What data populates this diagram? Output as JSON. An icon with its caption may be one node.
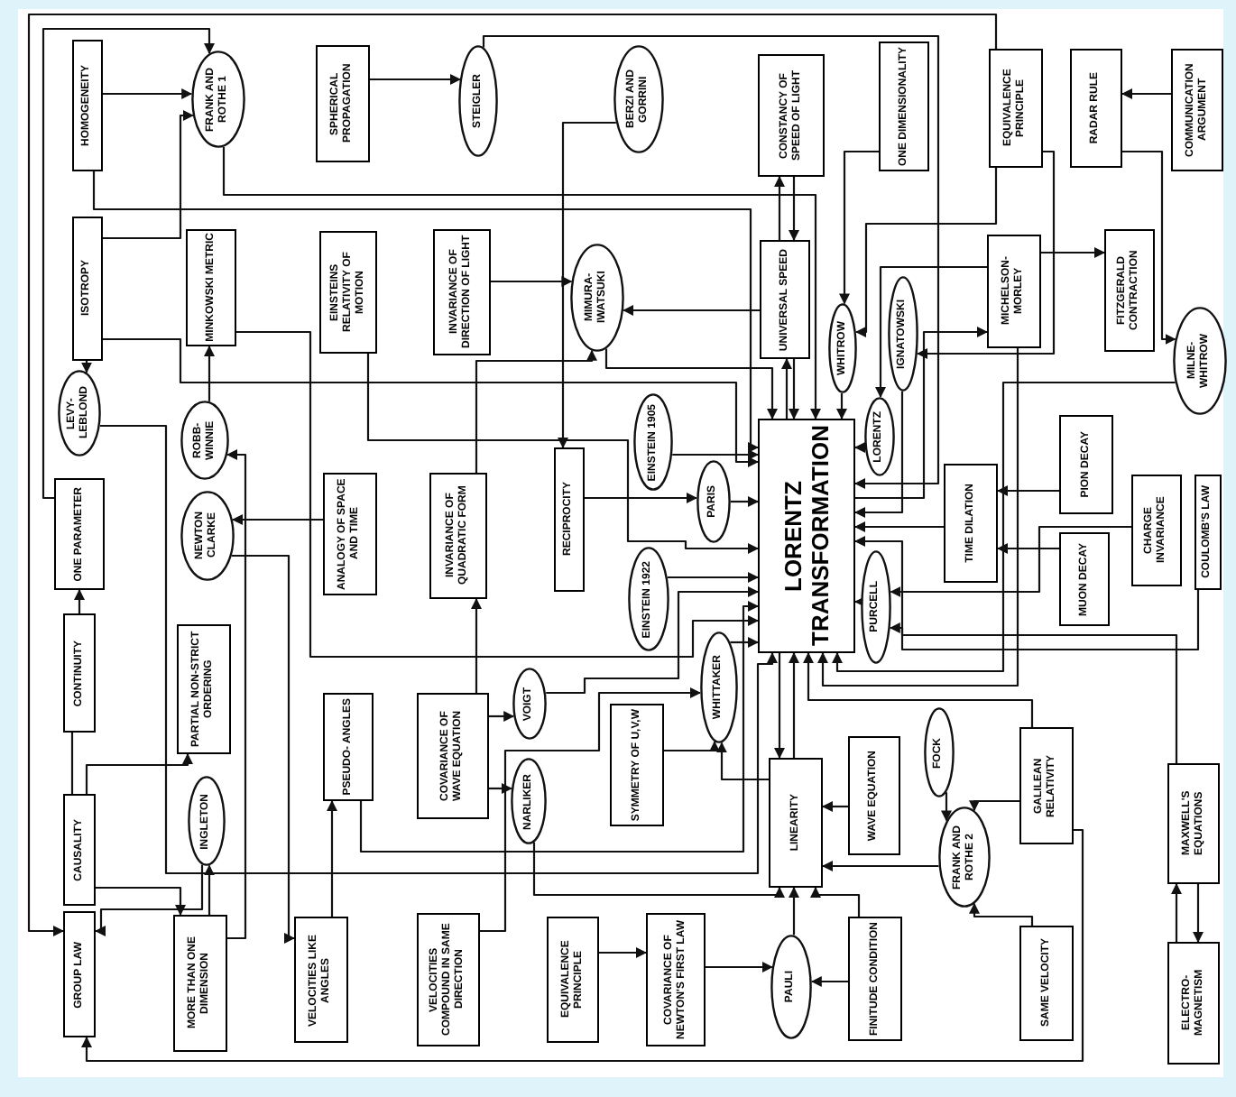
{
  "diagram": {
    "nodes": [
      {
        "text": [
          "HOMOGENEITY"
        ]
      },
      {
        "text": [
          "FRANK AND ROTHE 1"
        ]
      },
      {
        "text": [
          "SPHERICAL PROPAGATION"
        ]
      },
      {
        "text": [
          "STEIGLER"
        ]
      },
      {
        "text": [
          "BERZI AND GORRINI"
        ]
      },
      {
        "text": [
          "CONSTANCY OF SPEED OF LIGHT"
        ]
      },
      {
        "text": [
          "ONE DIMENSIONALITY"
        ]
      },
      {
        "text": [
          "EQUIVALENCE PRINCIPLE"
        ]
      },
      {
        "text": [
          "RADAR RULE"
        ]
      },
      {
        "text": [
          "COMMUNICATION ARGUMENT"
        ]
      },
      {
        "text": [
          "ISOTROPY"
        ]
      },
      {
        "text": [
          "MINKOWSKI METRIC"
        ]
      },
      {
        "text": [
          "EINSTEINS RELATIVITY OF MOTION"
        ]
      },
      {
        "text": [
          "INVARIANCE OF DIRECTION OF LIGHT"
        ]
      },
      {
        "text": [
          "MIMURA- IWATSUKI"
        ]
      },
      {
        "text": [
          "UNIVERSAL SPEED"
        ]
      },
      {
        "text": [
          "WHITROW"
        ]
      },
      {
        "text": [
          "IGNATOWSKI"
        ]
      },
      {
        "text": [
          "MICHELSON- MORLEY"
        ]
      },
      {
        "text": [
          "FITZGERALD CONTRACTION"
        ]
      },
      {
        "text": [
          "LEVY- LEBLOND"
        ]
      },
      {
        "text": [
          "ROBB- WINNIE"
        ]
      },
      {
        "text": [
          "LORENTZ"
        ]
      },
      {
        "text": [
          "MILNE- WHITROW"
        ]
      },
      {
        "text": [
          "ONE PARAMETER"
        ]
      },
      {
        "text": [
          "NEWTON CLARKE"
        ]
      },
      {
        "text": [
          "ANALOGY OF SPACE AND TIME"
        ]
      },
      {
        "text": [
          "INVARIANCE OF QUADRATIC FORM"
        ]
      },
      {
        "text": [
          "RECIPROCITY"
        ]
      },
      {
        "text": [
          "EINSTEIN 1905"
        ]
      },
      {
        "text": [
          "PARIS"
        ]
      },
      {
        "text": [
          "LORENTZ TRANSFORMATION"
        ]
      },
      {
        "text": [
          "PION DECAY"
        ]
      },
      {
        "text": [
          "TIME DILATION"
        ]
      },
      {
        "text": [
          "CHARGE INVARIANCE"
        ]
      },
      {
        "text": [
          "MUON DECAY"
        ]
      },
      {
        "text": [
          "COULOMB'S LAW"
        ]
      },
      {
        "text": [
          "PURCELL"
        ]
      },
      {
        "text": [
          "CONTINUITY"
        ]
      },
      {
        "text": [
          "PARTIAL NON-STRICT ORDERING"
        ]
      },
      {
        "text": [
          "PSEUDO- ANGLES"
        ]
      },
      {
        "text": [
          "COVARIANCE OF WAVE EQUATION"
        ]
      },
      {
        "text": [
          "VOIGT"
        ]
      },
      {
        "text": [
          "EINSTEIN 1922"
        ]
      },
      {
        "text": [
          "WHITTAKER"
        ]
      },
      {
        "text": [
          "CAUSALITY"
        ]
      },
      {
        "text": [
          "INGLETON"
        ]
      },
      {
        "text": [
          "NARLIKER"
        ]
      },
      {
        "text": [
          "SYMMETRY OF U,V,W"
        ]
      },
      {
        "text": [
          "LINEARITY"
        ]
      },
      {
        "text": [
          "WAVE EQUATION"
        ]
      },
      {
        "text": [
          "FOCK"
        ]
      },
      {
        "text": [
          "GALILEAN RELATIVITY"
        ]
      },
      {
        "text": [
          "MAXWELL'S EQUATIONS"
        ]
      },
      {
        "text": [
          "GROUP LAW"
        ]
      },
      {
        "text": [
          "MORE THAN ONE DIMENSION"
        ]
      },
      {
        "text": [
          "VELOCITIES LIKE ANGLES"
        ]
      },
      {
        "text": [
          "VELOCITIES COMPOUND IN SAME DIRECTION"
        ]
      },
      {
        "text": [
          "EQUIVALENCE PRINCIPLE"
        ]
      },
      {
        "text": [
          "COVARIANCE OF NEWTON'S FIRST LAW"
        ]
      },
      {
        "text": [
          "PAULI"
        ]
      },
      {
        "text": [
          "FINITUDE CONDITION"
        ]
      },
      {
        "text": [
          "FRANK AND ROTHE 2"
        ]
      },
      {
        "text": [
          "SAME VELOCITY"
        ]
      },
      {
        "text": [
          "ELECTRO- MAGNETISM"
        ]
      }
    ],
    "edges": [
      {
        "from": 0,
        "to": 1,
        "arrow": "to"
      },
      {
        "from": 0,
        "to": 31,
        "arrow": "to"
      },
      {
        "from": 10,
        "to": 1,
        "arrow": "to"
      },
      {
        "from": 10,
        "to": 31,
        "arrow": "to"
      },
      {
        "from": 1,
        "to": 31,
        "arrow": "to"
      },
      {
        "from": 2,
        "to": 3,
        "arrow": "to"
      },
      {
        "from": 3,
        "to": 31,
        "arrow": "to"
      },
      {
        "from": 4,
        "to": 28,
        "arrow": "to"
      },
      {
        "from": 5,
        "to": 15,
        "arrow": "to"
      },
      {
        "from": 15,
        "to": 5,
        "arrow": "to"
      },
      {
        "from": 6,
        "to": 16,
        "arrow": "to"
      },
      {
        "from": 7,
        "to": 16,
        "arrow": "to"
      },
      {
        "from": 7,
        "to": 17,
        "arrow": "to"
      },
      {
        "from": 9,
        "to": 8,
        "arrow": "to"
      },
      {
        "from": 8,
        "to": 23,
        "arrow": "to"
      },
      {
        "from": 23,
        "to": 31,
        "arrow": "to"
      },
      {
        "from": 18,
        "to": 19,
        "arrow": "to"
      },
      {
        "from": 18,
        "to": 22,
        "arrow": "to"
      },
      {
        "from": 31,
        "to": 18,
        "arrow": "to"
      },
      {
        "from": 18,
        "to": 31,
        "arrow": "to"
      },
      {
        "from": 22,
        "to": 31,
        "arrow": "to"
      },
      {
        "from": 16,
        "to": 31,
        "arrow": "to"
      },
      {
        "from": 17,
        "to": 31,
        "arrow": "to"
      },
      {
        "from": 15,
        "to": 14,
        "arrow": "to"
      },
      {
        "from": 13,
        "to": 14,
        "arrow": "to"
      },
      {
        "from": 14,
        "to": 31,
        "arrow": "to"
      },
      {
        "from": 15,
        "to": 31,
        "arrow": "to"
      },
      {
        "from": 31,
        "to": 15,
        "arrow": "to"
      },
      {
        "from": 11,
        "to": 31,
        "arrow": "to"
      },
      {
        "from": 12,
        "to": 31,
        "arrow": "to"
      },
      {
        "from": 20,
        "to": 31,
        "arrow": "to"
      },
      {
        "from": 21,
        "to": 11,
        "arrow": "to"
      },
      {
        "from": 55,
        "to": 21,
        "arrow": "to"
      },
      {
        "from": 24,
        "to": 1,
        "arrow": "to"
      },
      {
        "from": 26,
        "to": 25,
        "arrow": "to"
      },
      {
        "from": 25,
        "to": 56,
        "arrow": "to"
      },
      {
        "from": 45,
        "to": 38,
        "arrow": "none"
      },
      {
        "from": 38,
        "to": 24,
        "arrow": "to"
      },
      {
        "from": 45,
        "to": 39,
        "arrow": "to"
      },
      {
        "from": 45,
        "to": 55,
        "arrow": "to"
      },
      {
        "from": 46,
        "to": 54,
        "arrow": "to"
      },
      {
        "from": 55,
        "to": 46,
        "arrow": "to"
      },
      {
        "from": 56,
        "to": 40,
        "arrow": "to"
      },
      {
        "from": 40,
        "to": 31,
        "arrow": "to"
      },
      {
        "from": 41,
        "to": 27,
        "arrow": "to"
      },
      {
        "from": 41,
        "to": 42,
        "arrow": "to"
      },
      {
        "from": 41,
        "to": 47,
        "arrow": "to"
      },
      {
        "from": 27,
        "to": 14,
        "arrow": "to"
      },
      {
        "from": 47,
        "to": 49,
        "arrow": "to"
      },
      {
        "from": 48,
        "to": 44,
        "arrow": "to"
      },
      {
        "from": 57,
        "to": 44,
        "arrow": "to"
      },
      {
        "from": 58,
        "to": 59,
        "arrow": "to"
      },
      {
        "from": 59,
        "to": 60,
        "arrow": "to"
      },
      {
        "from": 60,
        "to": 49,
        "arrow": "to"
      },
      {
        "from": 61,
        "to": 49,
        "arrow": "to"
      },
      {
        "from": 61,
        "to": 60,
        "arrow": "to"
      },
      {
        "from": 62,
        "to": 49,
        "arrow": "to"
      },
      {
        "from": 51,
        "to": 62,
        "arrow": "to"
      },
      {
        "from": 52,
        "to": 62,
        "arrow": "to"
      },
      {
        "from": 63,
        "to": 62,
        "arrow": "to"
      },
      {
        "from": 52,
        "to": 31,
        "arrow": "to"
      },
      {
        "from": 52,
        "to": 54,
        "arrow": "to"
      },
      {
        "from": 50,
        "to": 49,
        "arrow": "to"
      },
      {
        "from": 49,
        "to": 31,
        "arrow": "to"
      },
      {
        "from": 31,
        "to": 49,
        "arrow": "to"
      },
      {
        "from": 49,
        "to": 44,
        "arrow": "to"
      },
      {
        "from": 53,
        "to": 64,
        "arrow": "to"
      },
      {
        "from": 64,
        "to": 53,
        "arrow": "to"
      },
      {
        "from": 53,
        "to": 31,
        "arrow": "to"
      },
      {
        "from": 34,
        "to": 37,
        "arrow": "to"
      },
      {
        "from": 36,
        "to": 37,
        "arrow": "to"
      },
      {
        "from": 32,
        "to": 33,
        "arrow": "to"
      },
      {
        "from": 35,
        "to": 33,
        "arrow": "to"
      },
      {
        "from": 33,
        "to": 31,
        "arrow": "to"
      },
      {
        "from": 37,
        "to": 31,
        "arrow": "to"
      },
      {
        "from": 43,
        "to": 31,
        "arrow": "to"
      },
      {
        "from": 29,
        "to": 31,
        "arrow": "to"
      },
      {
        "from": 30,
        "to": 31,
        "arrow": "to"
      },
      {
        "from": 44,
        "to": 31,
        "arrow": "to"
      },
      {
        "from": 28,
        "to": 30,
        "arrow": "to"
      },
      {
        "from": 42,
        "to": 31,
        "arrow": "to"
      },
      {
        "from": 7,
        "to": 54,
        "arrow": "to"
      },
      {
        "from": 10,
        "to": 20,
        "arrow": "to"
      }
    ]
  }
}
